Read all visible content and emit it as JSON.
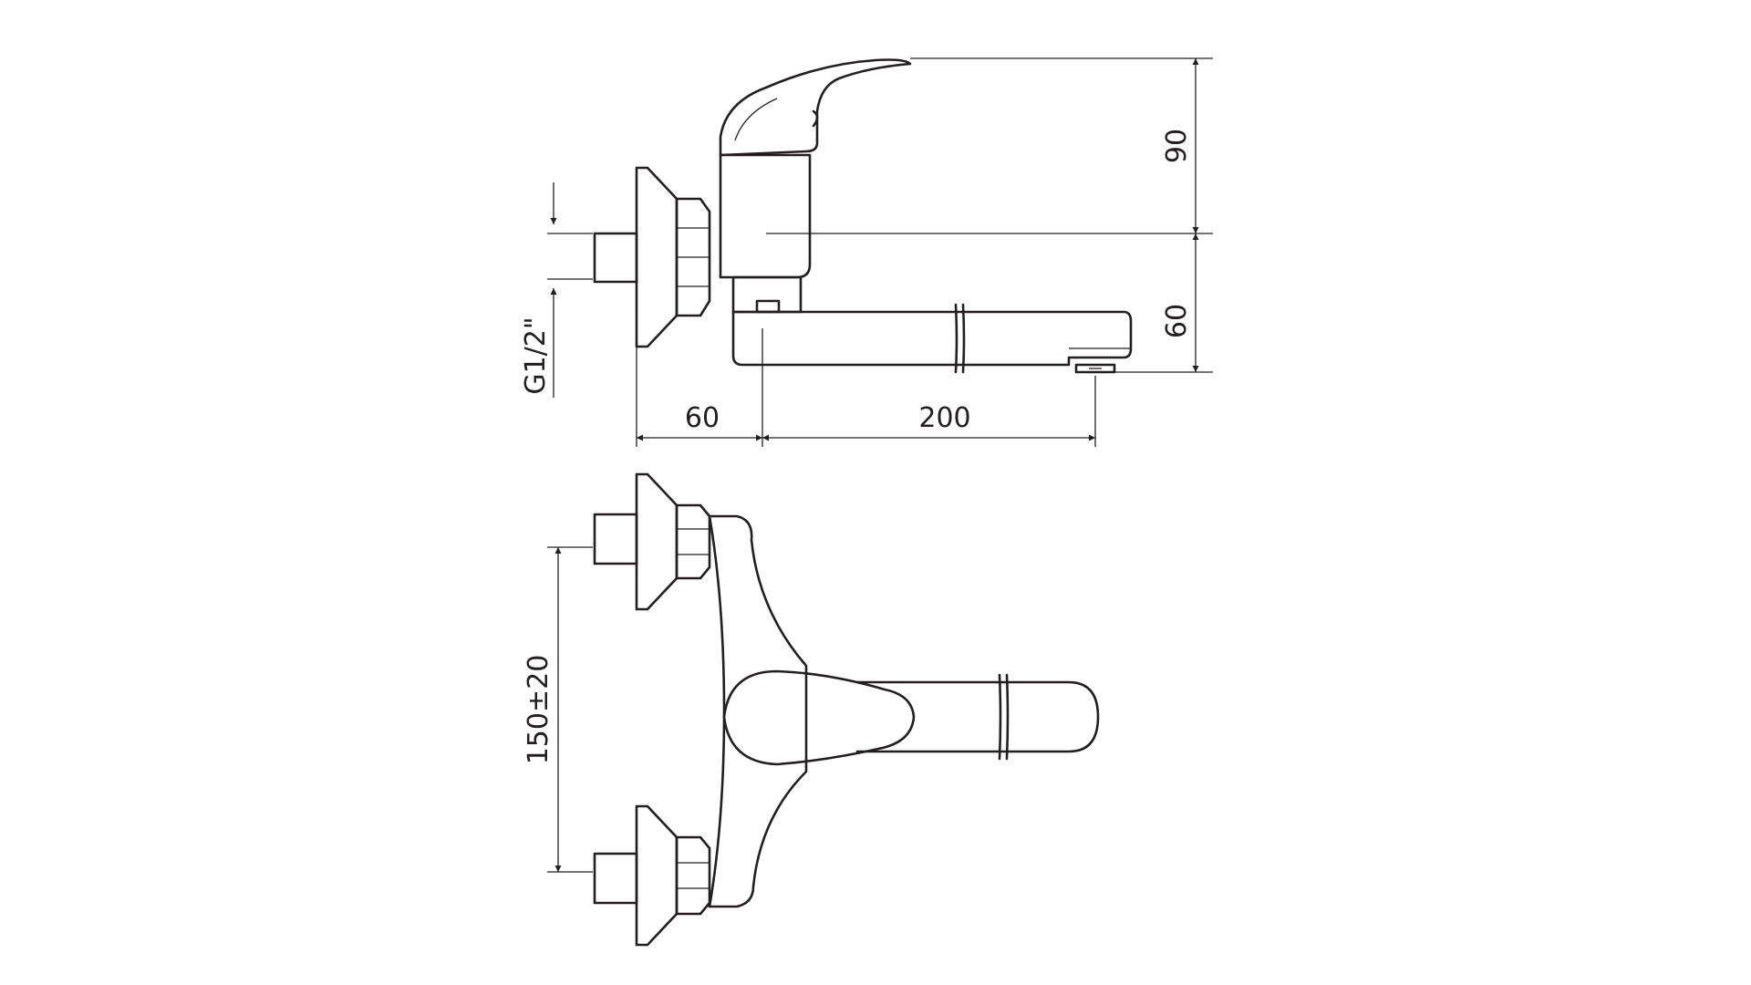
{
  "dimensions": {
    "height_above_axis": "90",
    "height_below_axis": "60",
    "wall_offset": "60",
    "spout_reach": "200",
    "thread_size": "G1/2\"",
    "inlet_spacing": "150±20"
  },
  "colors": {
    "line": "#231f20",
    "background": "#ffffff"
  }
}
